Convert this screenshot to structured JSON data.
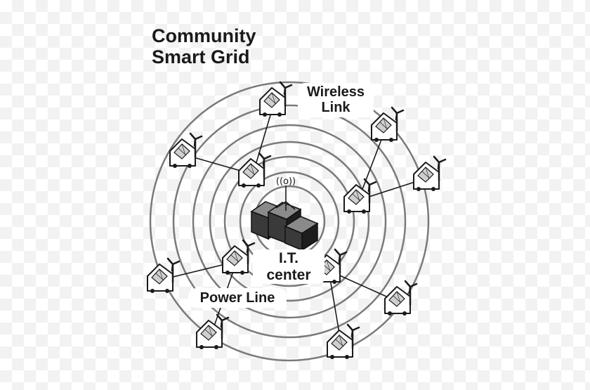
{
  "title": {
    "line1": "Community",
    "line2": "Smart Grid"
  },
  "labels": {
    "wireless_line1": "Wireless",
    "wireless_line2": "Link",
    "it_line1": "I.T.",
    "it_line2": "center",
    "power_line": "Power Line",
    "antenna": "((o))"
  },
  "icons": {
    "hub": "building-cluster-icon",
    "house": "solar-house-icon",
    "wind": "wind-turbine-icon"
  },
  "colors": {
    "ring": "#7a7a7a",
    "link": "#1a1a1a",
    "hub_front": "#3a3a3a",
    "hub_top": "#8a8a8a",
    "hub_side": "#1e1e1e"
  }
}
